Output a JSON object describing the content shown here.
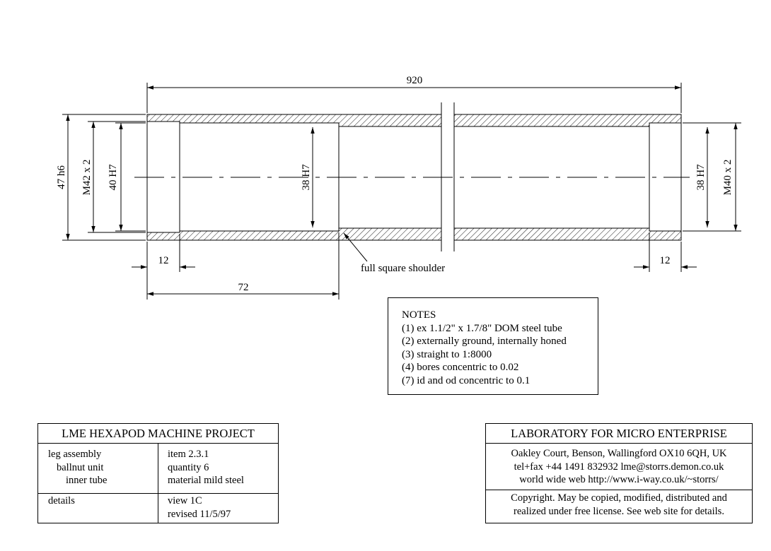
{
  "drawing": {
    "dimensions": {
      "overall_length": "920",
      "outer_diameter": "47 h6",
      "left_thread": "M42 x 2",
      "left_bore": "40 H7",
      "middle_bore": "38 H7",
      "right_bore": "38 H7",
      "right_thread": "M40 x 2",
      "left_thread_length": "12",
      "right_thread_length": "12",
      "bore_depth": "72"
    },
    "callout": "full square shoulder"
  },
  "notes": {
    "heading": "NOTES",
    "items": [
      "(1) ex 1.1/2\" x 1.7/8\" DOM steel tube",
      "(2) externally ground, internally honed",
      "(3) straight to 1:8000",
      "(4) bores concentric to 0.02",
      "(7) id and od concentric to 0.1"
    ]
  },
  "title_block_left": {
    "title": "LME HEXAPOD MACHINE  PROJECT",
    "hierarchy": [
      "leg assembly",
      "ballnut unit",
      "inner tube"
    ],
    "item": "item 2.3.1",
    "quantity": "quantity 6",
    "material": "material mild steel",
    "details_label": "details",
    "view": "view 1C",
    "revised": "revised 11/5/97"
  },
  "title_block_right": {
    "title": "LABORATORY FOR MICRO ENTERPRISE",
    "address": "Oakley Court, Benson, Wallingford OX10 6QH, UK",
    "contact": "tel+fax +44 1491 832932  lme@storrs.demon.co.uk",
    "web": "world wide web  http://www.i-way.co.uk/~storrs/",
    "license_1": "Copyright. May be copied, modified, distributed and",
    "license_2": "realized under free license. See web site for details."
  }
}
